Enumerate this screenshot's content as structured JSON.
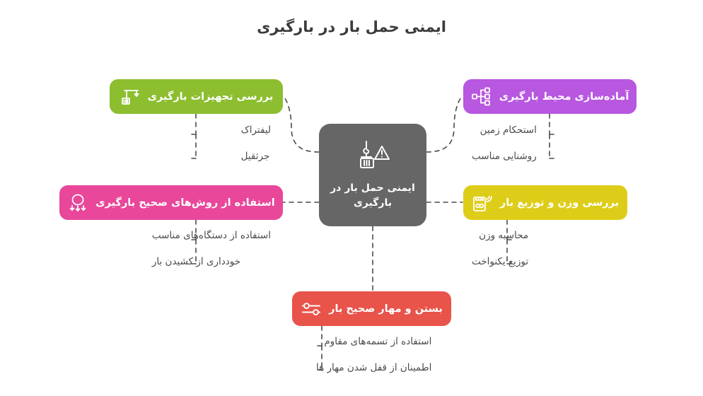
{
  "page": {
    "title": "ایمنی حمل بار در بارگیری",
    "background": "#ffffff"
  },
  "center": {
    "label": "ایمنی حمل بار در بارگیری",
    "color": "#666666",
    "icon": "crane-hook-warning-icon"
  },
  "branches": [
    {
      "id": "equipment",
      "label": "بررسی تجهیزات بارگیری",
      "color": "#8CBE2F",
      "icon": "crane-icon",
      "position": "top-left",
      "children": [
        {
          "label": "لیفتراک"
        },
        {
          "label": "جرثقیل"
        }
      ]
    },
    {
      "id": "environment",
      "label": "آماده‌سازی محیط بارگیری",
      "color": "#B857E0",
      "icon": "workflow-nodes-icon",
      "position": "top-right",
      "children": [
        {
          "label": "استحکام زمین"
        },
        {
          "label": "روشنایی مناسب"
        }
      ]
    },
    {
      "id": "methods",
      "label": "استفاده از روش‌های صحیح بارگیری",
      "color": "#E8479A",
      "icon": "load-pressure-arrows-icon",
      "position": "middle-left",
      "children": [
        {
          "label": "استفاده از دستگاه‌های مناسب"
        },
        {
          "label": "خودداری از کشیدن بار"
        }
      ]
    },
    {
      "id": "weight",
      "label": "بررسی وزن و توزیع بار",
      "color": "#DECD18",
      "icon": "smart-scale-icon",
      "position": "middle-right",
      "children": [
        {
          "label": "محاسبه وزن"
        },
        {
          "label": "توزیع یکنواخت"
        }
      ]
    },
    {
      "id": "securing",
      "label": "بستن و مهار صحیح بار",
      "color": "#E8534A",
      "icon": "sliders-icon",
      "position": "bottom",
      "children": [
        {
          "label": "استفاده از تسمه‌های مقاوم"
        },
        {
          "label": "اطمینان از قفل شدن مهار ها"
        }
      ]
    }
  ],
  "style": {
    "connector_color": "#4a4a4a",
    "connector_dash": "6 6",
    "text_color": "#4a4a4a",
    "title_color": "#3b3b3b"
  }
}
